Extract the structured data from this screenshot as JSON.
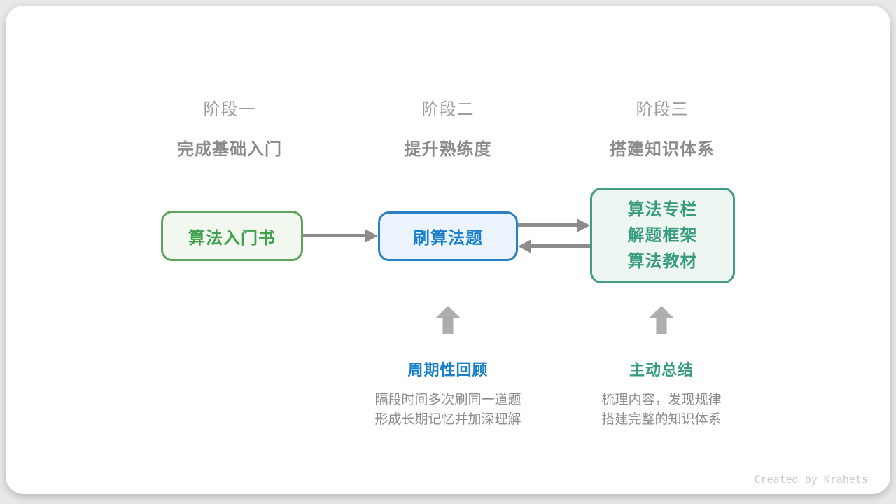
{
  "page": {
    "footer_credit": "Created by Krahets"
  },
  "colors": {
    "canvas_bg": "#e9e9e9",
    "card_bg": "#ffffff",
    "green_border": "#5fa25b",
    "green_bg": "#f2f8f0",
    "green_text": "#3fa14d",
    "blue_border": "#2980c9",
    "blue_bg": "#ebf4fc",
    "blue_text": "#1a80ca",
    "teal_border": "#459c85",
    "teal_bg": "#eef6f2",
    "teal_text": "#399c80",
    "arrow_gray": "#8c8c8c",
    "block_arrow_gray": "#aeaeae",
    "stage_label_gray": "#9d9d9d",
    "stage_title_gray": "#8b8b8b",
    "desc_gray": "#8c8c8c",
    "credit_gray": "#c9c9c9"
  },
  "stages": [
    {
      "label": "阶段一",
      "title": "完成基础入门"
    },
    {
      "label": "阶段二",
      "title": "提升熟练度"
    },
    {
      "label": "阶段三",
      "title": "搭建知识体系"
    }
  ],
  "nodes": {
    "intro_book": {
      "label": "算法入门书"
    },
    "practice": {
      "label": "刷算法题"
    },
    "resources": {
      "lines": [
        "算法专栏",
        "解题框架",
        "算法教材"
      ]
    }
  },
  "annotations": {
    "review": {
      "title": "周期性回顾",
      "desc_line1": "隔段时间多次刷同一道题",
      "desc_line2": "形成长期记忆并加深理解"
    },
    "summarize": {
      "title": "主动总结",
      "desc_line1": "梳理内容，发现规律",
      "desc_line2": "搭建完整的知识体系"
    }
  }
}
